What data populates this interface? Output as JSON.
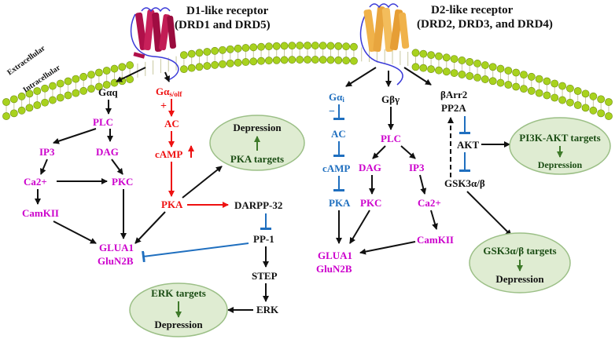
{
  "membrane": {
    "extracellular_label": "Extracellular",
    "intracellular_label": "Intracellular"
  },
  "d1": {
    "title_line1": "D1-like receptor",
    "title_line2": "(DRD1 and DRD5)",
    "gq": "Gαq",
    "gs_main": "Gα",
    "gs_sub": "s/olf",
    "plus": "+",
    "plc": "PLC",
    "ip3": "IP3",
    "dag": "DAG",
    "ca2": "Ca2+",
    "pkc": "PKC",
    "camkii": "CamKII",
    "ac": "AC",
    "camp": "cAMP",
    "pka": "PKA",
    "darpp32": "DARPP-32",
    "pp1": "PP-1",
    "step": "STEP",
    "erk": "ERK",
    "glua1": "GLUA1",
    "glun2b": "GluN2B",
    "pka_box_top": "Depression",
    "pka_box_bottom": "PKA targets",
    "erk_box_top": "ERK targets",
    "erk_box_bottom": "Depression"
  },
  "d2": {
    "title_line1": "D2-like receptor",
    "title_line2": "(DRD2, DRD3, and DRD4)",
    "gi_main": "Gα",
    "gi_sub": "i",
    "minus": "−",
    "gbg": "Gβγ",
    "barr2": "βArr2",
    "pp2a": "PP2A",
    "ac": "AC",
    "camp": "cAMP",
    "pka": "PKA",
    "plc": "PLC",
    "dag": "DAG",
    "ip3": "IP3",
    "pkc": "PKC",
    "ca2": "Ca2+",
    "camkii": "CamKII",
    "glua1": "GLUA1",
    "glun2b": "GluN2B",
    "akt": "AKT",
    "gsk": "GSK3α/β",
    "pi3k_box_top": "PI3K-AKT targets",
    "pi3k_box_bottom": "Depression",
    "gsk_box_top": "GSK3α/β targets",
    "gsk_box_bottom": "Depression"
  },
  "colors": {
    "black": "#111111",
    "magenta": "#cc00cc",
    "red": "#ee1111",
    "blue": "#1f6fbf",
    "green_fill": "#dfecd2",
    "green_stroke": "#9bbf86",
    "green_arrow": "#3e7a2a",
    "lipid_head": "#a8d21e",
    "d1_receptor": "#b0104a",
    "d2_receptor": "#f0b24a"
  }
}
